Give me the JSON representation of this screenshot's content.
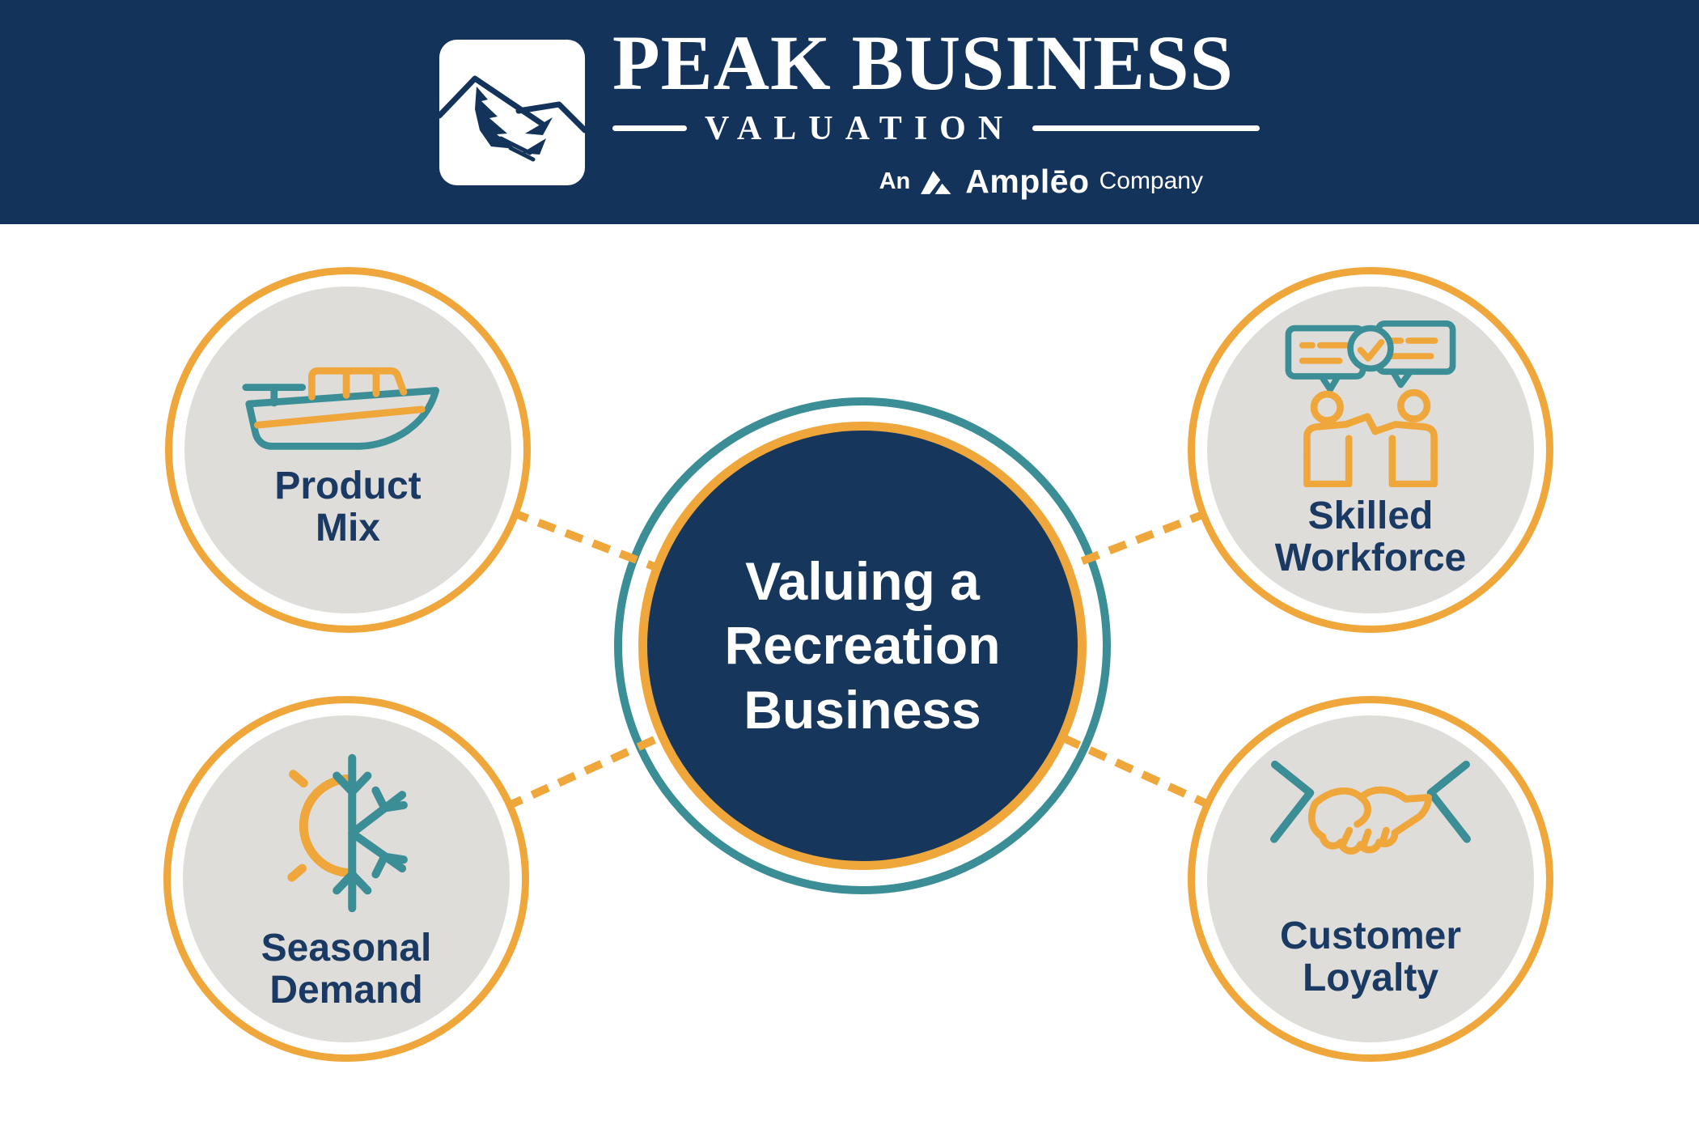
{
  "palette": {
    "navy": "#14335A",
    "hub_navy": "#16365C",
    "orange": "#EFA73C",
    "teal": "#3C8E96",
    "circle_gray": "#DFDDD9",
    "label_navy": "#1B3A63",
    "white": "#FFFFFF"
  },
  "header": {
    "brand_line1": "PEAK BUSINESS",
    "brand_line2": "VALUATION",
    "tagline": {
      "prefix": "An",
      "brand": "Amplēo",
      "suffix": "Company"
    }
  },
  "center": {
    "lines": [
      "Valuing a",
      "Recreation",
      "Business"
    ]
  },
  "nodes": [
    {
      "id": "product-mix",
      "icon": "boat-icon",
      "label_lines": [
        "Product",
        "Mix"
      ]
    },
    {
      "id": "skilled-workforce",
      "icon": "conversation-check-icon",
      "label_lines": [
        "Skilled",
        "Workforce"
      ]
    },
    {
      "id": "seasonal-demand",
      "icon": "sun-snowflake-icon",
      "label_lines": [
        "Seasonal",
        "Demand"
      ]
    },
    {
      "id": "customer-loyalty",
      "icon": "handshake-icon",
      "label_lines": [
        "Customer",
        "Loyalty"
      ]
    }
  ]
}
